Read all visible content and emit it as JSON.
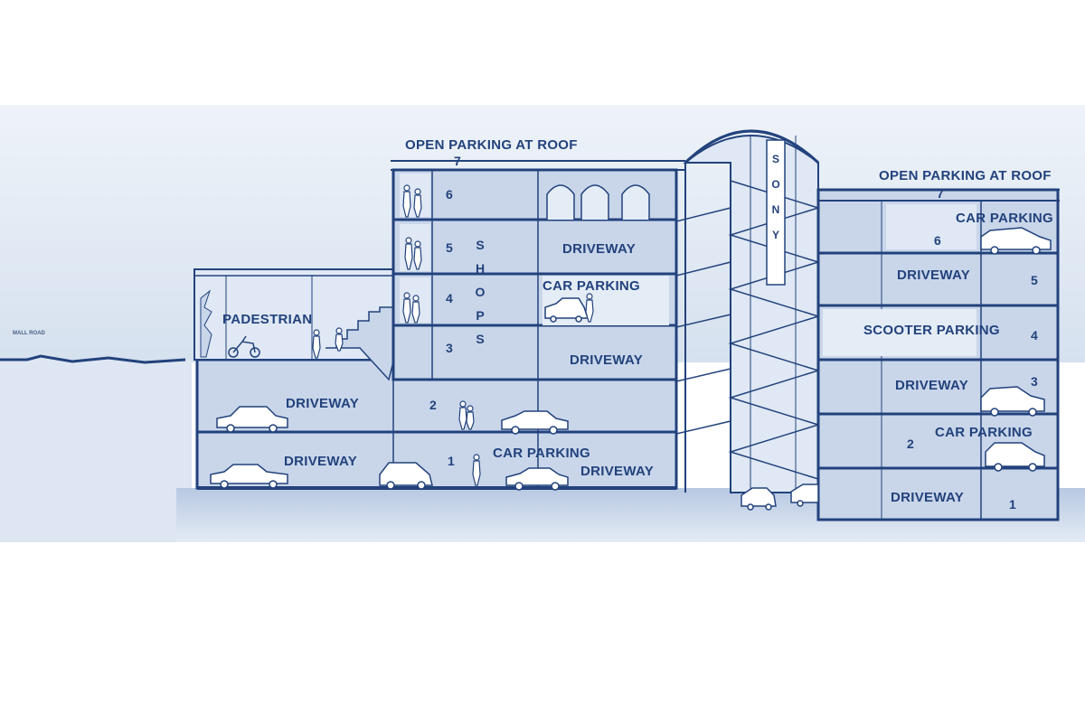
{
  "labels": {
    "open_parking_roof_left": "OPEN PARKING AT ROOF",
    "open_parking_roof_right": "OPEN PARKING AT ROOF",
    "mall_road": "MALL ROAD",
    "pedestrian": "PADESTRIAN",
    "shops": "SHOPS",
    "sign": "SONY",
    "left_driveway_5": "DRIVEWAY",
    "left_car_parking_4": "CAR PARKING",
    "left_driveway_3": "DRIVEWAY",
    "left_driveway_2": "DRIVEWAY",
    "left_driveway_1": "DRIVEWAY",
    "left_car_parking_1": "CAR PARKING",
    "left_driveway_1b": "DRIVEWAY",
    "right_car_parking_6": "CAR PARKING",
    "right_driveway_5": "DRIVEWAY",
    "right_scooter_parking_4": "SCOOTER PARKING",
    "right_driveway_3": "DRIVEWAY",
    "right_car_parking_2": "CAR PARKING",
    "right_driveway_1": "DRIVEWAY"
  },
  "left_levels": [
    "7",
    "6",
    "5",
    "4",
    "3",
    "2",
    "1"
  ],
  "right_levels": [
    "7",
    "6",
    "5",
    "4",
    "3",
    "2",
    "1"
  ],
  "colors": {
    "ink": "#22427c",
    "fill": "#c9d6ea",
    "fill_light": "#dfe8f4",
    "ground": "#b9c9e2",
    "sky": "#e6edf6"
  }
}
